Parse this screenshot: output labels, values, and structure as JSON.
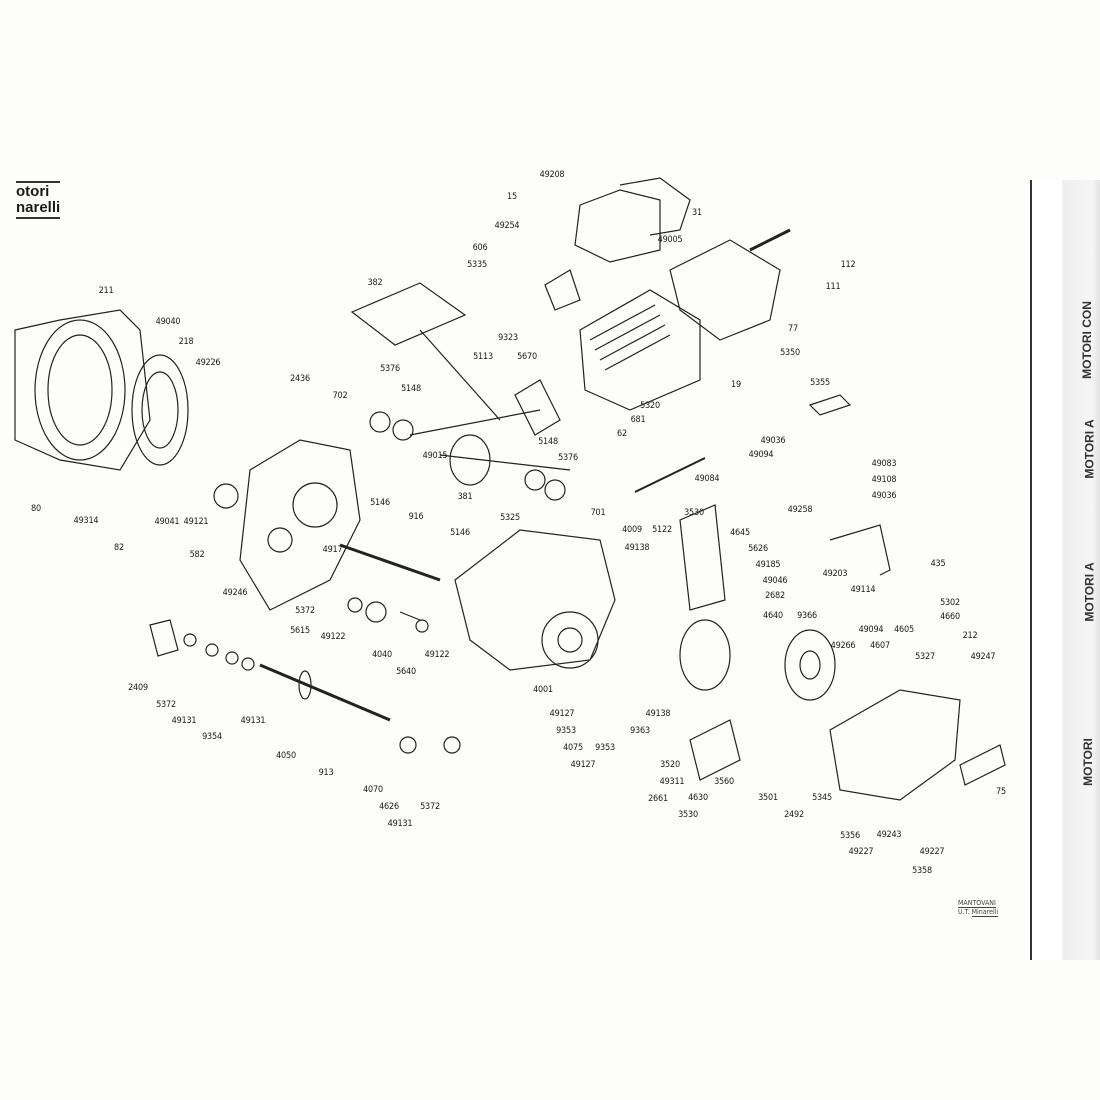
{
  "logo": {
    "line1": "otori",
    "line2": "narelli"
  },
  "side_strip": [
    "MOTORI CON",
    "MOTORI A",
    "MOTORI A",
    "MOTORI"
  ],
  "stamp": {
    "line1": "MANTOVANI",
    "line2_prefix": "U.T.",
    "line2_name": "Minarelli"
  },
  "labels": [
    "49208",
    "15",
    "31",
    "49254",
    "49005",
    "606",
    "5335",
    "112",
    "111",
    "382",
    "211",
    "77",
    "49040",
    "218",
    "5350",
    "9323",
    "49226",
    "5113",
    "5670",
    "2436",
    "5376",
    "5148",
    "702",
    "19",
    "5355",
    "5320",
    "681",
    "62",
    "49036",
    "49094",
    "5148",
    "49015",
    "5376",
    "49084",
    "49083",
    "49108",
    "49036",
    "381",
    "80",
    "49314",
    "82",
    "49041",
    "49121",
    "582",
    "701",
    "5146",
    "916",
    "5325",
    "3530",
    "49258",
    "4009",
    "5122",
    "49138",
    "4645",
    "5626",
    "49185",
    "49046",
    "49203",
    "435",
    "49114",
    "49177",
    "5146",
    "49246",
    "5372",
    "5615",
    "5302",
    "4660",
    "49122",
    "4040",
    "5640",
    "49122",
    "2682",
    "4640",
    "9366",
    "49094",
    "4605",
    "49266",
    "4607",
    "5327",
    "212",
    "49247",
    "2409",
    "5372",
    "49131",
    "9354",
    "49131",
    "4001",
    "49127",
    "9353",
    "4075",
    "49127",
    "9353",
    "9363",
    "49138",
    "3520",
    "49311",
    "2661",
    "4630",
    "3530",
    "3560",
    "3501",
    "2492",
    "5345",
    "75",
    "5356",
    "49243",
    "49227",
    "49227",
    "5358",
    "4050",
    "913",
    "4070",
    "4626",
    "49131",
    "5372"
  ]
}
